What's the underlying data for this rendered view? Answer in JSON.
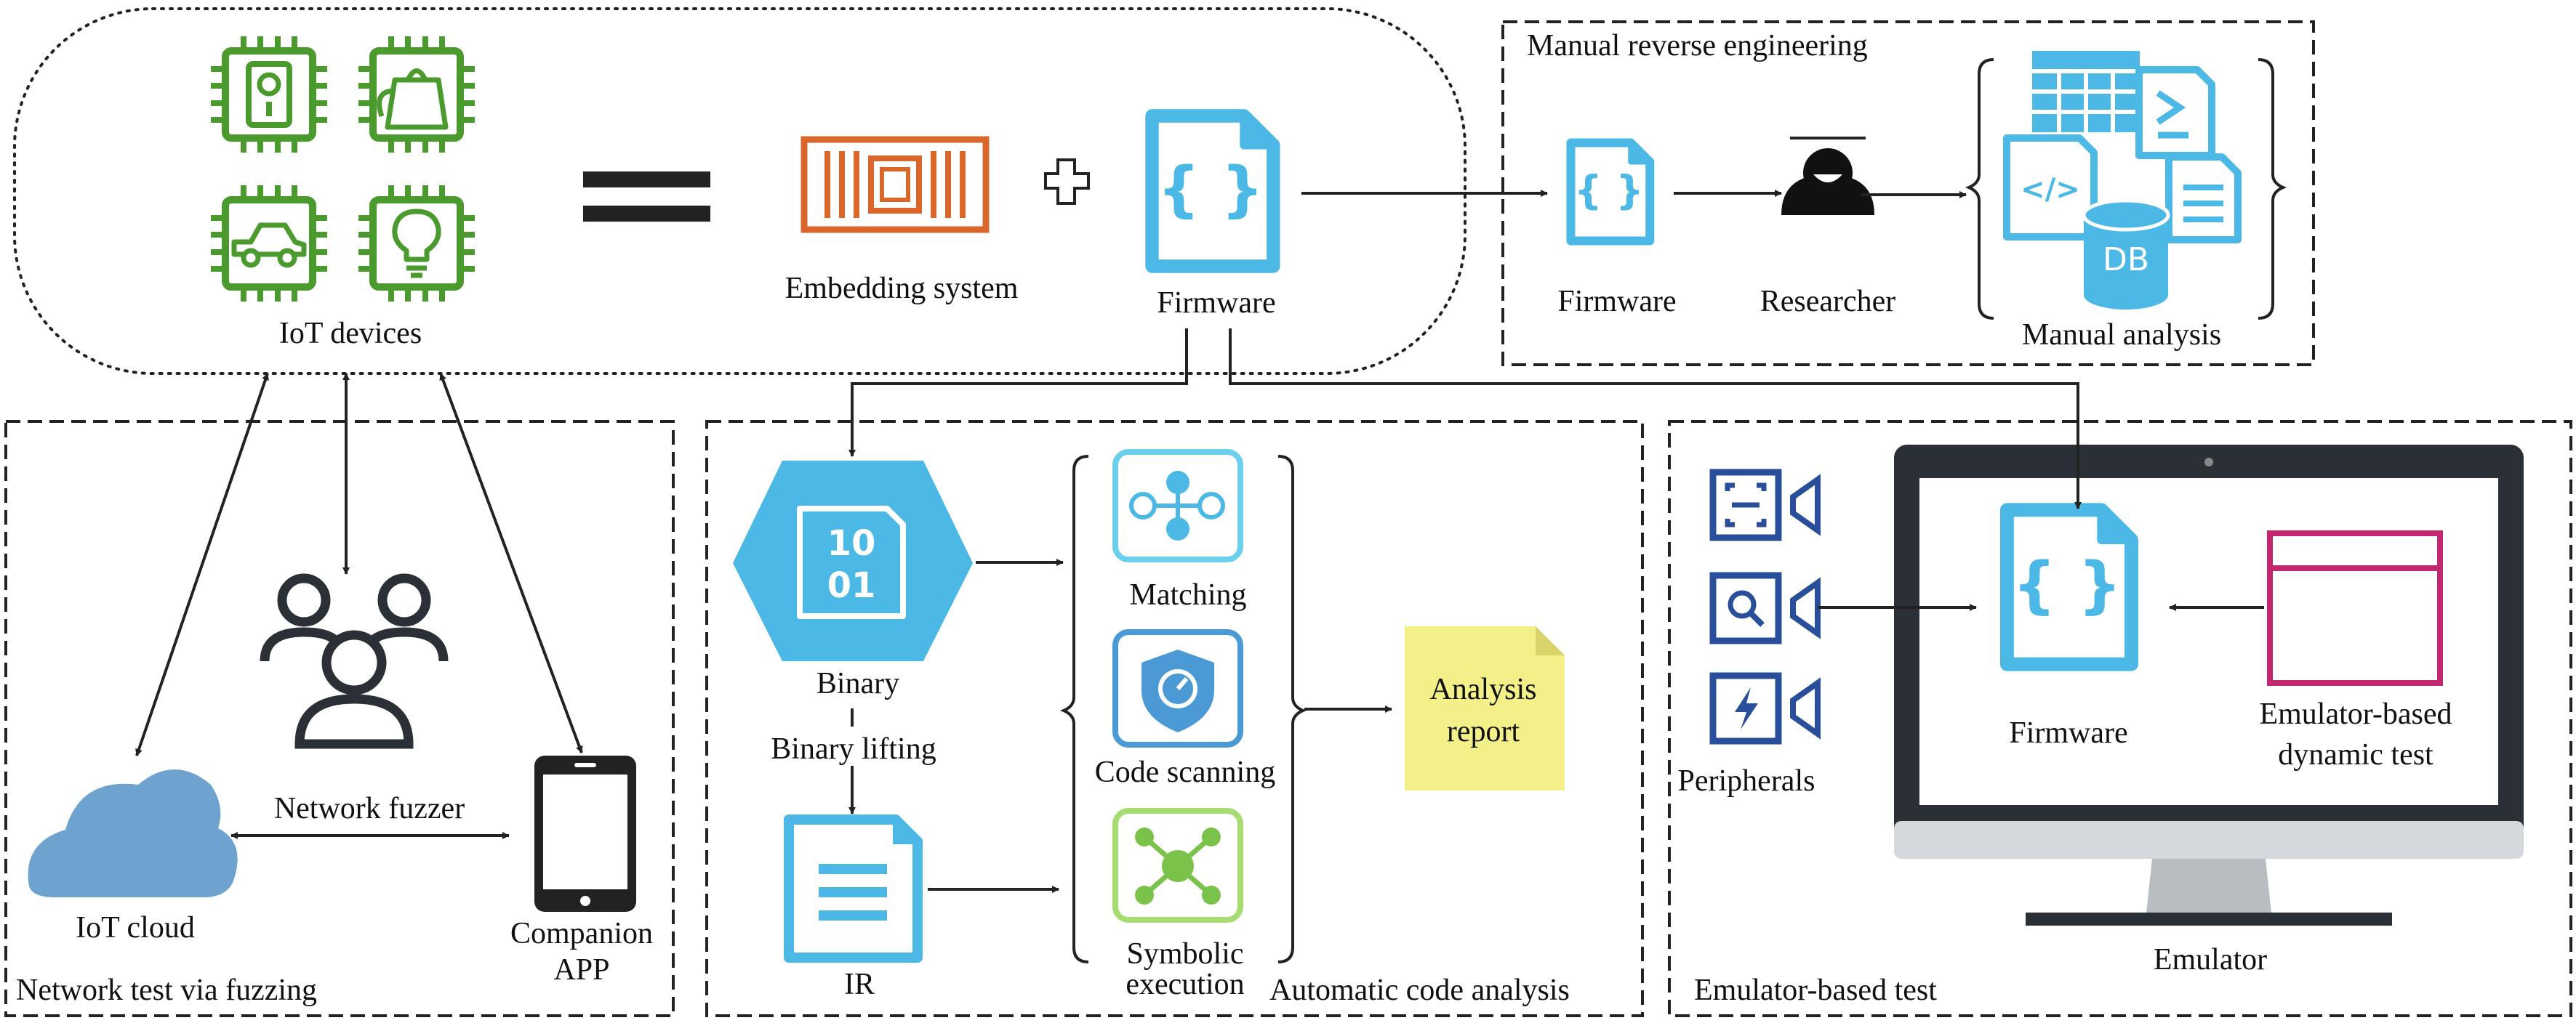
{
  "sections": {
    "manual_re": {
      "title": "Manual reverse engineering"
    },
    "network_test": {
      "title": "Network test via fuzzing"
    },
    "auto_code": {
      "title": "Automatic code analysis"
    },
    "emulator_test": {
      "title": "Emulator-based test"
    }
  },
  "top": {
    "iot_devices": "IoT devices",
    "embedding_system": "Embedding system",
    "firmware": "Firmware"
  },
  "manual": {
    "firmware": "Firmware",
    "researcher": "Researcher",
    "manual_analysis": "Manual analysis",
    "db": "DB"
  },
  "network": {
    "iot_cloud": "IoT cloud",
    "network_fuzzer": "Network fuzzer",
    "companion_app_line1": "Companion",
    "companion_app_line2": "APP"
  },
  "auto": {
    "binary": "Binary",
    "binary_code": "10\n01",
    "binary_lifting": "Binary lifting",
    "ir": "IR",
    "matching": "Matching",
    "code_scanning": "Code scanning",
    "symbolic_line1": "Symbolic",
    "symbolic_line2": "execution",
    "report_line1": "Analysis",
    "report_line2": "report"
  },
  "emulator": {
    "peripherals": "Peripherals",
    "firmware": "Firmware",
    "dynamic_line1": "Emulator-based",
    "dynamic_line2": "dynamic test",
    "emulator": "Emulator"
  },
  "colors": {
    "green": "#4a9a2e",
    "blue": "#4bb8e6",
    "orange": "#d9662a",
    "navy": "#2a4f9a",
    "magenta": "#c2286f",
    "cloud": "#6ea3cf",
    "note": "#f3f08a",
    "dark": "#2b2f36"
  }
}
